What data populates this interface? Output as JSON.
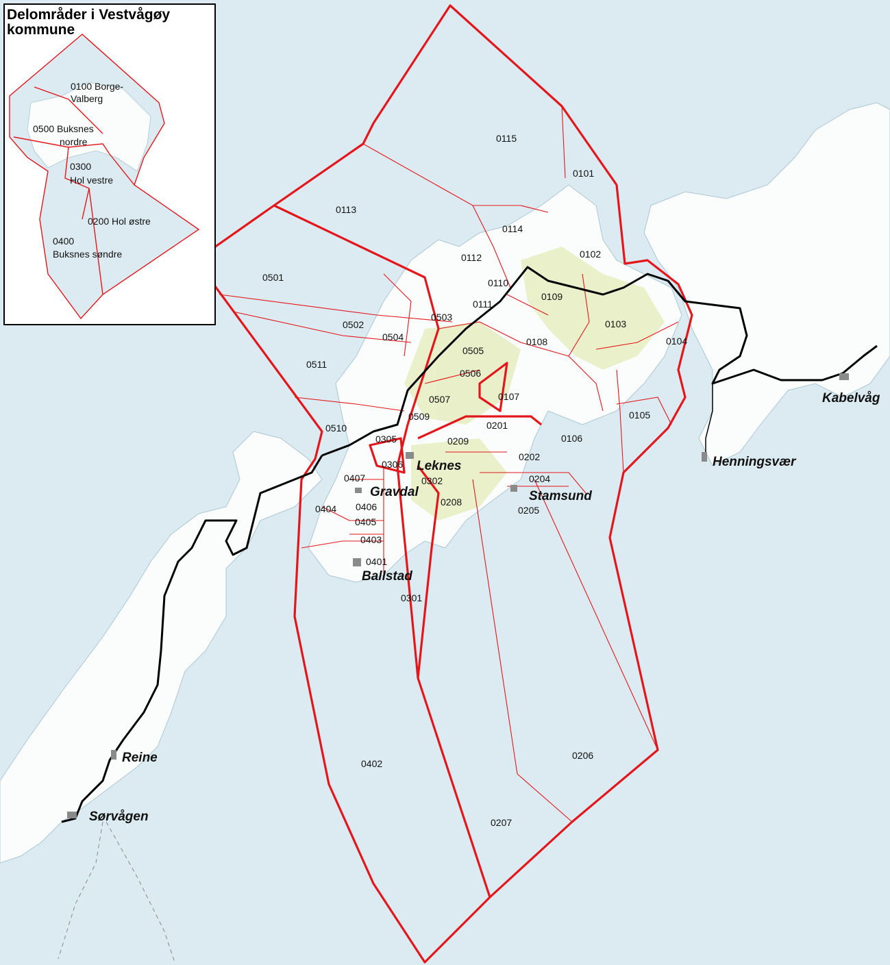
{
  "inset": {
    "title_line1": "Delområder i Vestvågøy",
    "title_line2": "kommune",
    "labels": {
      "a0100_l1": "0100 Borge-",
      "a0100_l2": "Valberg",
      "a0500_l1": "0500 Buksnes",
      "a0500_l2": "nordre",
      "a0300_l1": "0300",
      "a0300_l2": "Hol vestre",
      "a0200": "0200 Hol østre",
      "a0400_l1": "0400",
      "a0400_l2": "Buksnes søndre"
    }
  },
  "places": {
    "leknes": "Leknes",
    "gravdal": "Gravdal",
    "ballstad": "Ballstad",
    "stamsund": "Stamsund",
    "henningsvaer": "Henningsvær",
    "kabelvag": "Kabelvåg",
    "reine": "Reine",
    "sorvagen": "Sørvågen"
  },
  "codes": [
    "0101",
    "0102",
    "0103",
    "0104",
    "0105",
    "0106",
    "0107",
    "0108",
    "0109",
    "0110",
    "0111",
    "0112",
    "0113",
    "0114",
    "0115",
    "0201",
    "0202",
    "0204",
    "0205",
    "0206",
    "0207",
    "0208",
    "0209",
    "0301",
    "0302",
    "0305",
    "0306",
    "0401",
    "0402",
    "0403",
    "0404",
    "0405",
    "0406",
    "0407",
    "0501",
    "0502",
    "0503",
    "0504",
    "0505",
    "0506",
    "0507",
    "0509",
    "0510",
    "0511"
  ],
  "colors": {
    "sea": "#dcebf1",
    "land": "#fbfcfc",
    "vegetation": "#e8efc4",
    "boundary": "#e3161b",
    "road": "#000000"
  }
}
